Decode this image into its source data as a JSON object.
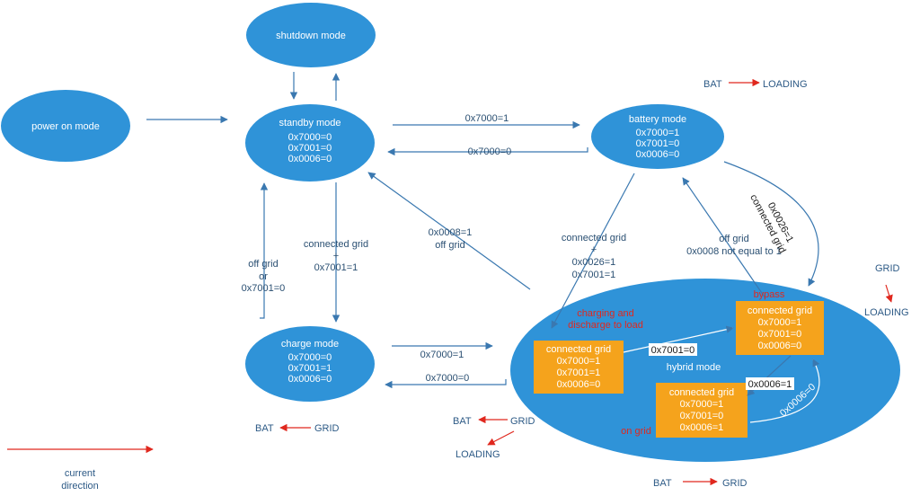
{
  "colors": {
    "state_fill": "#2f93d8",
    "orange_box": "#f5a31c",
    "edge": "#3a78b0",
    "red": "#e0281e"
  },
  "states": {
    "power_on": {
      "title": "power  on mode"
    },
    "shutdown": {
      "title": "shutdown mode"
    },
    "standby": {
      "title": "standby mode",
      "lines": [
        "0x7000=0",
        "0x7001=0",
        "0x0006=0"
      ]
    },
    "battery": {
      "title": "battery  mode",
      "lines": [
        "0x7000=1",
        "0x7001=0",
        "0x0006=0"
      ]
    },
    "charge": {
      "title": "charge  mode",
      "lines": [
        "0x7000=0",
        "0x7001=1",
        "0x0006=0"
      ]
    },
    "hybrid": {
      "title": "hybrid  mode"
    }
  },
  "hybrid_boxes": {
    "left": {
      "lines": [
        "connected grid",
        "0x7000=1",
        "0x7001=1",
        "0x0006=0"
      ]
    },
    "right": {
      "lines": [
        "connected grid",
        "0x7000=1",
        "0x7001=0",
        "0x0006=0"
      ]
    },
    "bottom": {
      "lines": [
        "connected grid",
        "0x7000=1",
        "0x7001=0",
        "0x0006=1"
      ]
    }
  },
  "edge_labels": {
    "standby_to_battery": "0x7000=1",
    "battery_to_standby": "0x7000=0",
    "standby_to_charge": [
      "connected grid",
      "+",
      "0x7001=1"
    ],
    "charge_to_standby": [
      "off grid",
      "or",
      "0x7001=0"
    ],
    "hybrid_to_standby": [
      "0x0008=1",
      "off grid"
    ],
    "battery_to_hybrid": [
      "connected grid",
      "+",
      "0x0026=1",
      "0x7001=1"
    ],
    "hybrid_to_battery": [
      "off grid",
      "0x0008 not equal to 1"
    ],
    "battery_to_hybrid_right": [
      "0x0026=1",
      "connected grid"
    ],
    "charge_to_hybrid": "0x7000=1",
    "hybrid_to_charge": "0x7000=0",
    "left_to_right_box": "0x7001=0",
    "right_to_bottom_box": "0x0006=1",
    "bottom_to_right_box": "0x0006=0"
  },
  "annotations": {
    "charging_discharge": [
      "charging and",
      "discharge to load"
    ],
    "bypass": "bypass",
    "on_grid": "on grid"
  },
  "flows": {
    "bat_to_loading": {
      "from": "BAT",
      "to": "LOADING"
    },
    "grid_to_loading": {
      "from": "GRID",
      "to": "LOADING"
    },
    "grid_to_bat_left": {
      "from": "GRID",
      "to": "BAT"
    },
    "grid_to_bat_hybrid": {
      "from": "GRID",
      "to": "BAT",
      "extra": "LOADING"
    },
    "bat_to_grid_bottom": {
      "from": "BAT",
      "to": "GRID"
    }
  },
  "legend": {
    "label": [
      "current",
      "direction"
    ]
  }
}
